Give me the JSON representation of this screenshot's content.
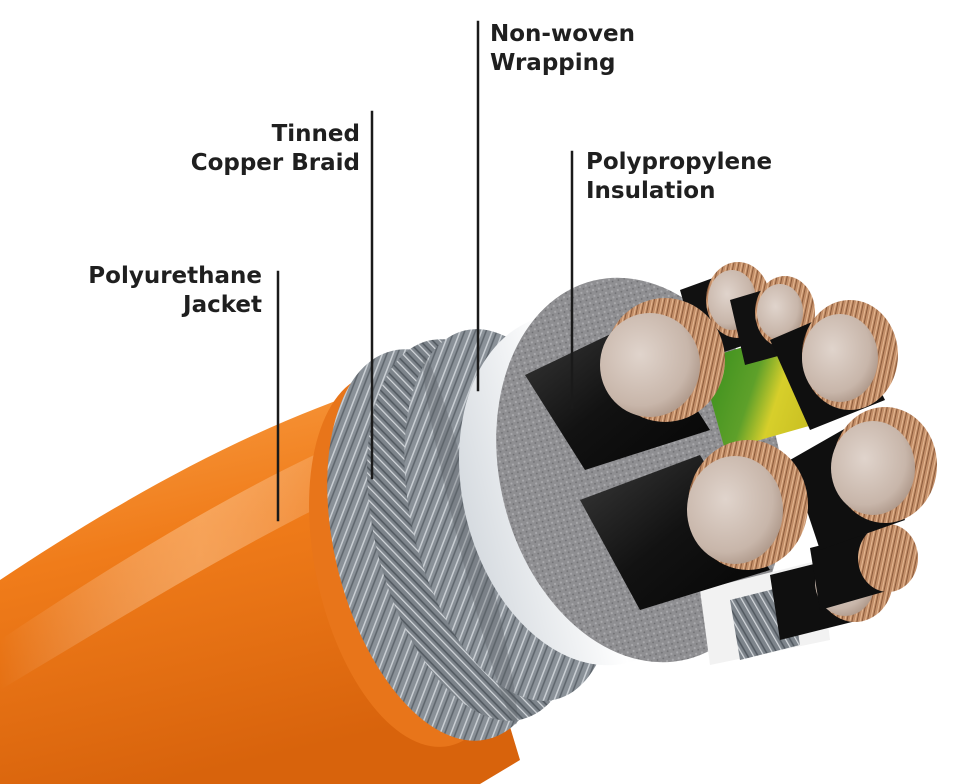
{
  "diagram": {
    "subject": "cable-cross-section",
    "colors": {
      "jacket": "#f07c1a",
      "braid": "#8e959c",
      "wrapping": "#eef1f4",
      "filler": "#8d8d8f",
      "insulation": "#151515",
      "copper": "#c99a78",
      "earth_green": "#3d8f1e",
      "earth_yellow": "#d6cf2a"
    },
    "labels": [
      {
        "id": "jacket",
        "lines": [
          "Polyurethane",
          "Jacket"
        ]
      },
      {
        "id": "braid",
        "lines": [
          "Tinned",
          "Copper Braid"
        ]
      },
      {
        "id": "wrapping",
        "lines": [
          "Non-woven",
          "Wrapping"
        ]
      },
      {
        "id": "insulation",
        "lines": [
          "Polypropylene",
          "Insulation"
        ]
      }
    ]
  }
}
